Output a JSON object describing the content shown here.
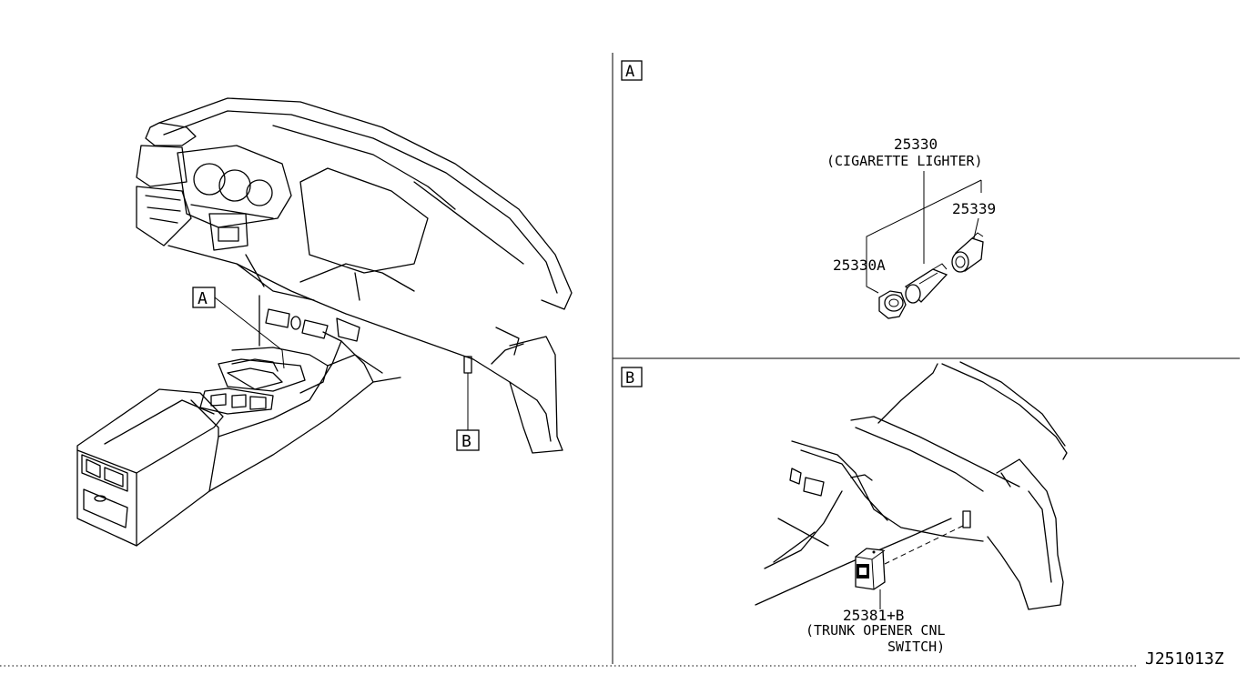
{
  "panel_a": {
    "tag": "A",
    "parts": {
      "lighter_number": "25330",
      "lighter_name": "(CIGARETTE LIGHTER)",
      "socket_number": "25339",
      "plug_number": "25330A"
    }
  },
  "panel_b": {
    "tag": "B",
    "parts": {
      "switch_number": "25381+B",
      "switch_name_line1": "(TRUNK OPENER CNL",
      "switch_name_line2": "SWITCH)"
    }
  },
  "overview": {
    "callout_a": "A",
    "callout_b": "B"
  },
  "diagram_code": "J251013Z"
}
